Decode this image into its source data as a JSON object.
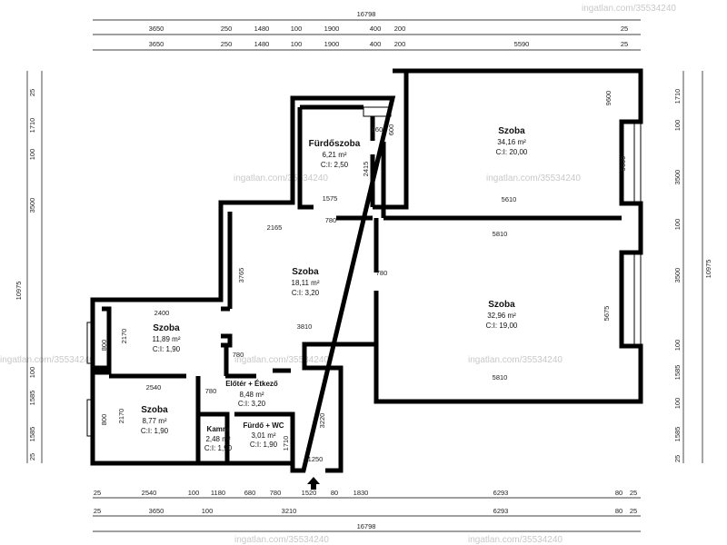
{
  "watermark": "ingatlan.com/35534240",
  "rooms": [
    {
      "name": "Fürdőszoba",
      "area": "6,21 m²",
      "ci": "C:I: 2,50"
    },
    {
      "name": "Szoba",
      "area": "34,16 m²",
      "ci": "C:I: 20,00"
    },
    {
      "name": "Szoba",
      "area": "18,11 m²",
      "ci": "C:I: 3,20"
    },
    {
      "name": "Szoba",
      "area": "32,96 m²",
      "ci": "C:I: 19,00"
    },
    {
      "name": "Szoba",
      "area": "11,89 m²",
      "ci": "C:I: 1,90"
    },
    {
      "name": "Előtér + Étkező",
      "area": "8,48 m²",
      "ci": "C:I: 3,20"
    },
    {
      "name": "Szoba",
      "area": "8,77 m²",
      "ci": "C:I: 1,90"
    },
    {
      "name": "Kamra",
      "area": "2,48 m²",
      "ci": "C:I: 1,90"
    },
    {
      "name": "Fürdő + WC",
      "area": "3,01 m²",
      "ci": "C:I: 1,90"
    }
  ],
  "dims": {
    "top_total": "16798",
    "top_row1": [
      "3650",
      "250",
      "1480",
      "100",
      "1900",
      "400",
      "200",
      "25"
    ],
    "top_row2": [
      "3650",
      "250",
      "1480",
      "100",
      "1900",
      "400",
      "200",
      "5590",
      "25"
    ],
    "bottom_row1": [
      "25",
      "2540",
      "100",
      "1180",
      "680",
      "780",
      "1520",
      "80",
      "1830",
      "6293",
      "80",
      "25"
    ],
    "bottom_row2": [
      "25",
      "3650",
      "100",
      "3210",
      "6293",
      "80",
      "25"
    ],
    "bottom_total": "16798",
    "left": [
      "25",
      "1710",
      "100",
      "3500",
      "10975",
      "100",
      "1585",
      "25",
      "1585"
    ],
    "right": [
      "1710",
      "100",
      "3500",
      "100",
      "3500",
      "100",
      "1585",
      "100",
      "1585",
      "25"
    ],
    "right_total": "10975",
    "interior": [
      "860",
      "600",
      "2415",
      "1575",
      "780",
      "2165",
      "5610",
      "9600",
      "9600",
      "5810",
      "3765",
      "780",
      "5675",
      "2400",
      "3810",
      "5810",
      "2170",
      "800",
      "780",
      "2540",
      "780",
      "2170",
      "800",
      "3220",
      "1710",
      "1250"
    ]
  }
}
